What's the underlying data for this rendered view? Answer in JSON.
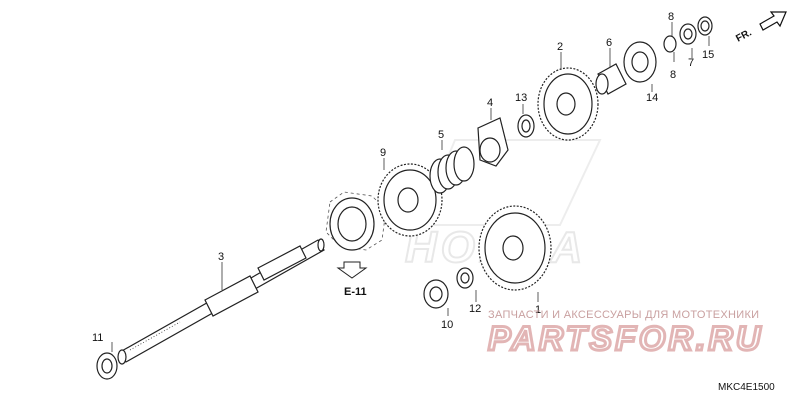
{
  "diagram": {
    "part_numbers": {
      "p1": "1",
      "p2": "2",
      "p3": "3",
      "p4": "4",
      "p5": "5",
      "p6": "6",
      "p7": "7",
      "p8a": "8",
      "p8b": "8",
      "p9": "9",
      "p10": "10",
      "p11": "11",
      "p12": "12",
      "p13": "13",
      "p14": "14",
      "p15": "15"
    },
    "reference": "E-11",
    "direction": "FR.",
    "diagram_code": "MKC4E1500",
    "watermark": {
      "top": "ЗАПЧАСТИ И АКСЕССУАРЫ ДЛЯ МОТОТЕХНИКИ",
      "brand": "PARTSFOR.RU",
      "logo": "HONDA"
    },
    "colors": {
      "line": "#222222",
      "watermark": "#e2b5b5",
      "background": "#ffffff"
    }
  }
}
